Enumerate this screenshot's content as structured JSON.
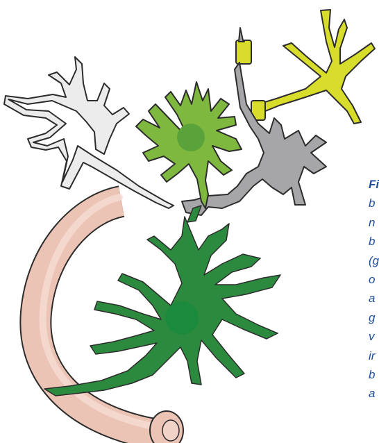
{
  "caption": {
    "lines": [
      "Fi",
      "b",
      "n",
      "b",
      "(g",
      "o",
      "a",
      "g",
      "v",
      "ir",
      "b",
      "a"
    ]
  },
  "colors": {
    "outline": "#2c2c2c",
    "vessel_fill": "#ecc4b6",
    "vessel_inner": "#f6dcd3",
    "neuron_light": "#ececec",
    "neuron_gray": "#a6a6a8",
    "astrocyte_green": "#7fb83e",
    "astrocyte_green_core": "#5aa23a",
    "microglia_dark_green": "#2b8a3e",
    "microglia_core": "#1c8a3c",
    "yellow_cell": "#d8dc2a",
    "caption_text": "#1f4e9c"
  }
}
